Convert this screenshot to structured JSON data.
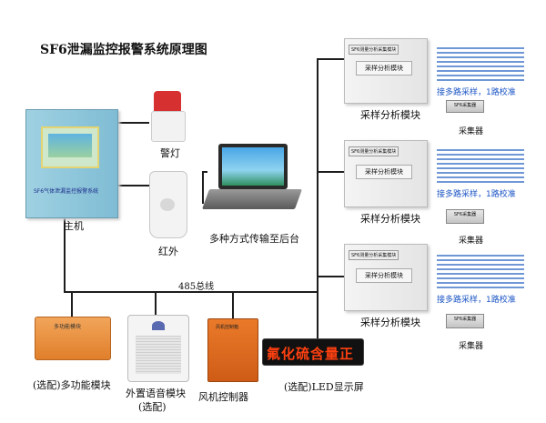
{
  "title": "SF6泄漏监控报警系统原理图",
  "host": {
    "label": "主机",
    "panel_text": "SF6气体泄漏监控报警系统"
  },
  "alarm_light": {
    "label": "警灯"
  },
  "infrared": {
    "label": "红外"
  },
  "laptop": {
    "label": "多种方式传输至后台"
  },
  "bus": {
    "label": "485总线"
  },
  "modules": [
    {
      "name": "采样分析模块",
      "tag": "SF6测量分析采集模块",
      "panel": "采样分析模块",
      "note": "接多路采样，1路校准",
      "collector_label": "采集器",
      "collector_text": "SF6采集器"
    },
    {
      "name": "采样分析模块",
      "tag": "SF6测量分析采集模块",
      "panel": "采样分析模块",
      "note": "接多路采样，1路校准",
      "collector_label": "采集器",
      "collector_text": "SF6采集器"
    },
    {
      "name": "采样分析模块",
      "tag": "SF6测量分析采集模块",
      "panel": "采样分析模块",
      "note": "接多路采样，1路校准",
      "collector_label": "采集器",
      "collector_text": "SF6采集器"
    }
  ],
  "multi_module": {
    "label": "(选配)多功能模块",
    "device_text": "多功能模块"
  },
  "voice_module": {
    "label1": "外置语音模块",
    "label2": "(选配)"
  },
  "fan_controller": {
    "label": "风机控制器",
    "device_text": "风机控制箱"
  },
  "led": {
    "label": "(选配)LED显示屏",
    "screen_text": "氟化硫含量正"
  }
}
